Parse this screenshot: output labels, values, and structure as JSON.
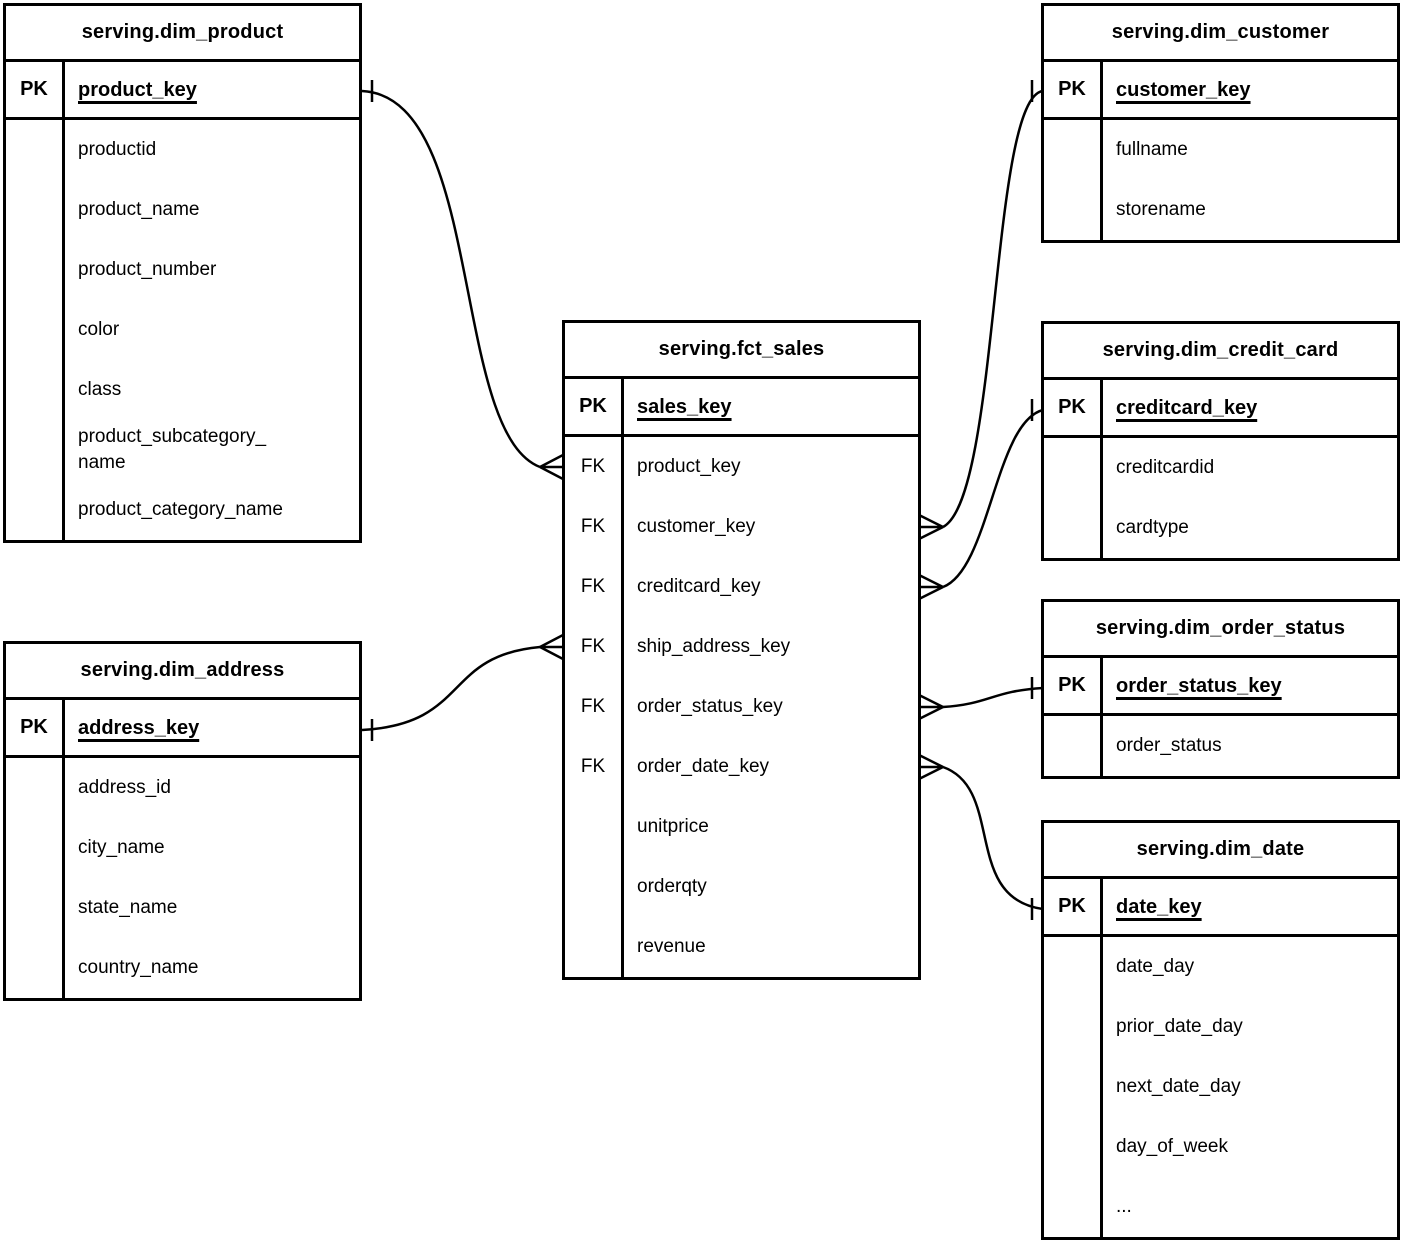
{
  "tables": {
    "dim_product": {
      "title": "serving.dim_product",
      "key_label": "PK",
      "key_field": "product_key",
      "fields": [
        "productid",
        "product_name",
        "product_number",
        "color",
        "class",
        "product_subcategory_\nname",
        "product_category_name"
      ]
    },
    "dim_address": {
      "title": "serving.dim_address",
      "key_label": "PK",
      "key_field": "address_key",
      "fields": [
        "address_id",
        "city_name",
        "state_name",
        "country_name"
      ]
    },
    "fct_sales": {
      "title": "serving.fct_sales",
      "key_label": "PK",
      "key_field": "sales_key",
      "fk_label": "FK",
      "fk_fields": [
        "product_key",
        "customer_key",
        "creditcard_key",
        "ship_address_key",
        "order_status_key",
        "order_date_key"
      ],
      "fields": [
        "unitprice",
        "orderqty",
        "revenue"
      ]
    },
    "dim_customer": {
      "title": "serving.dim_customer",
      "key_label": "PK",
      "key_field": "customer_key",
      "fields": [
        "fullname",
        "storename"
      ]
    },
    "dim_credit_card": {
      "title": "serving.dim_credit_card",
      "key_label": "PK",
      "key_field": "creditcard_key",
      "fields": [
        "creditcardid",
        "cardtype"
      ]
    },
    "dim_order_status": {
      "title": "serving.dim_order_status",
      "key_label": "PK",
      "key_field": "order_status_key",
      "fields": [
        "order_status"
      ]
    },
    "dim_date": {
      "title": "serving.dim_date",
      "key_label": "PK",
      "key_field": "date_key",
      "fields": [
        "date_day",
        "prior_date_day",
        "next_date_day",
        "day_of_week",
        "..."
      ]
    }
  },
  "relationships": [
    {
      "one": "serving.dim_product.product_key",
      "many": "serving.fct_sales.product_key"
    },
    {
      "one": "serving.dim_address.address_key",
      "many": "serving.fct_sales.ship_address_key"
    },
    {
      "one": "serving.dim_customer.customer_key",
      "many": "serving.fct_sales.customer_key"
    },
    {
      "one": "serving.dim_credit_card.creditcard_key",
      "many": "serving.fct_sales.creditcard_key"
    },
    {
      "one": "serving.dim_order_status.order_status_key",
      "many": "serving.fct_sales.order_status_key"
    },
    {
      "one": "serving.dim_date.date_key",
      "many": "serving.fct_sales.order_date_key"
    }
  ],
  "colors": {
    "line": "#000000",
    "background": "#ffffff",
    "text": "#000000"
  }
}
